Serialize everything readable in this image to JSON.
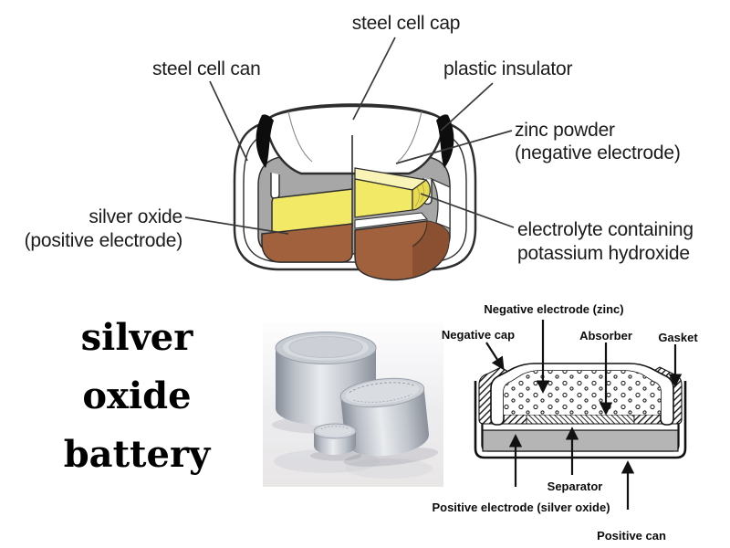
{
  "cutaway": {
    "labels": {
      "steel_cell_cap": "steel cell cap",
      "steel_cell_can": "steel cell can",
      "plastic_insulator": "plastic insulator",
      "zinc_powder_line1": "zinc powder",
      "zinc_powder_line2": "(negative electrode)",
      "silver_oxide_line1": "silver oxide",
      "silver_oxide_line2": "(positive electrode)",
      "electrolyte_line1": "electrolyte containing",
      "electrolyte_line2": "potassium hydroxide"
    }
  },
  "title": {
    "line1": "silver",
    "line2": "oxide",
    "line3": "battery"
  },
  "photo": {
    "semantic_name": "button-cell-batteries-photo"
  },
  "cross_section": {
    "labels": {
      "negative_electrode": "Negative electrode (zinc)",
      "negative_cap": "Negative cap",
      "absorber": "Absorber",
      "gasket": "Gasket",
      "separator": "Separator",
      "positive_electrode": "Positive electrode (silver oxide)",
      "positive_can": "Positive can"
    }
  },
  "colors": {
    "outline": "#2e2e2e",
    "leader_line": "#3a3a3a",
    "label_text": "#1b1b1b",
    "zinc_gray": "#a7a7a7",
    "electrolyte_yellow": "#f2e967",
    "electrolyte_top": "#f8f4b8",
    "electrolyte_deep": "#e8dc52",
    "silver_oxide_brown": "#a2613d",
    "silver_oxide_dark": "#8a5031",
    "insulator_black": "#0d0d0d",
    "pos_electrode_gray": "#b5b5b5",
    "diagram_line": "#111111"
  }
}
